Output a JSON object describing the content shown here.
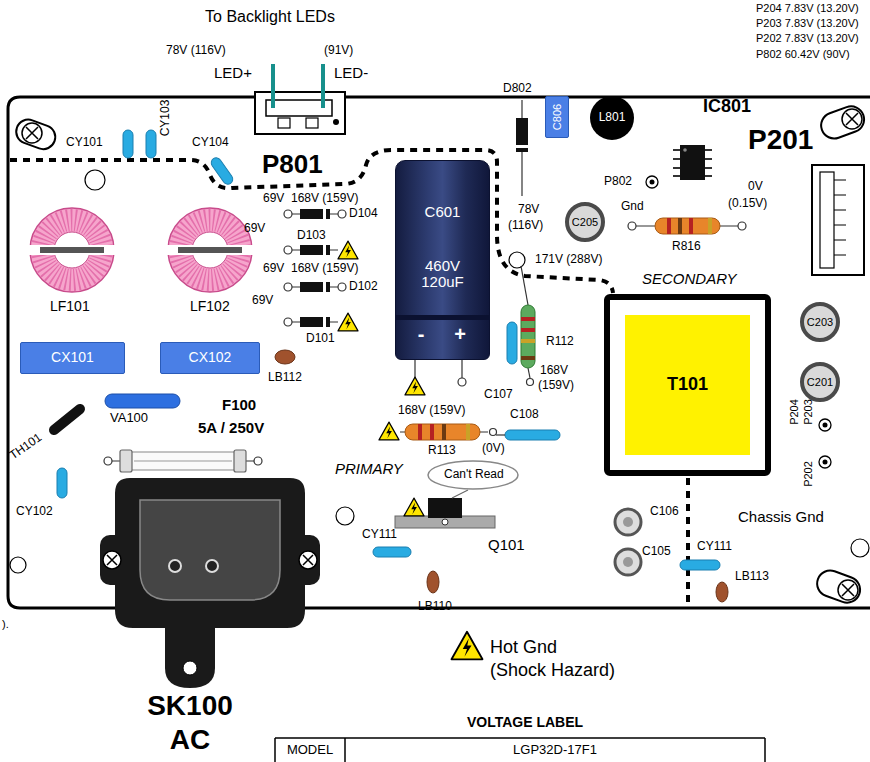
{
  "diagram": {
    "nodes": [
      {
        "text": [
          "C806"
        ]
      },
      {
        "text": [
          "L801"
        ]
      },
      {
        "text": [
          "C601",
          "460V 120uF",
          "-",
          "+"
        ]
      },
      {
        "text": [
          "C205"
        ]
      },
      {
        "text": [
          "T101"
        ]
      },
      {
        "text": [
          "C203"
        ]
      },
      {
        "text": [
          "CX101"
        ]
      },
      {
        "text": [
          "CX102"
        ]
      },
      {
        "text": [
          "C201"
        ]
      }
    ],
    "labels": [
      "To Backlight LEDs",
      "78V (116V)",
      "(91V)",
      "LED+",
      "LED-",
      "P204 7.83V (13.20V)",
      "P203 7.83V (13.20V)",
      "P202 7.83V (13.20V)",
      "P802 60.42V (90V)",
      "CY101",
      "CY103",
      "CY104",
      "P801",
      "D802",
      "IC801",
      "P201",
      "69V",
      "168V (159V)",
      "D104",
      "69V",
      "D103",
      "69V",
      "168V (159V)",
      "D102",
      "69V",
      "D101",
      "P802",
      "Gnd",
      "0V",
      "(0.15V)",
      "78V",
      "(116V)",
      "R816",
      "171V (288V)",
      "SECONDARY",
      "LF101",
      "LF102",
      "LB112",
      "R112",
      "C107",
      "168V",
      "(159V)",
      "TH101",
      "VA100",
      "F100",
      "5A / 250V",
      "168V (159V)",
      "(0V)",
      "R113",
      "C108",
      "PRIMARY",
      "CY102",
      "Can't Read",
      "Q101",
      "C106",
      "C105",
      "Chassis Gnd",
      "CY111",
      "CY111",
      "LB113",
      "LB110",
      "P204",
      "P203",
      "P202",
      ").",
      "SK100",
      "AC",
      "VOLTAGE LABEL",
      "MODEL",
      "LGP32D-17F1"
    ],
    "legend": [
      {
        "text": "Hot Gnd (Shock Hazard)"
      }
    ]
  }
}
